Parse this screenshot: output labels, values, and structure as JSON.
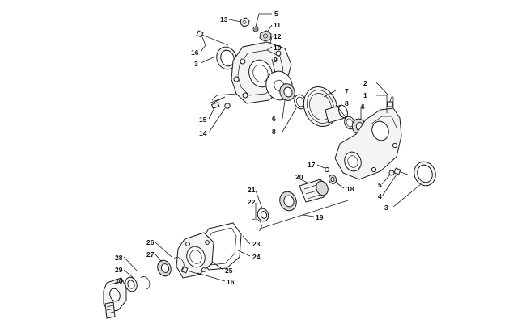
{
  "diagram": {
    "callouts": [
      {
        "id": "c13",
        "label": "13"
      },
      {
        "id": "c5a",
        "label": "5"
      },
      {
        "id": "c11",
        "label": "11"
      },
      {
        "id": "c12",
        "label": "12"
      },
      {
        "id": "c16a",
        "label": "16"
      },
      {
        "id": "c10",
        "label": "10"
      },
      {
        "id": "c3a",
        "label": "3"
      },
      {
        "id": "c9",
        "label": "9"
      },
      {
        "id": "c2",
        "label": "2"
      },
      {
        "id": "c1",
        "label": "1"
      },
      {
        "id": "c7",
        "label": "7"
      },
      {
        "id": "c8a",
        "label": "8"
      },
      {
        "id": "c6a",
        "label": "6"
      },
      {
        "id": "c6b",
        "label": "6"
      },
      {
        "id": "c8b",
        "label": "8"
      },
      {
        "id": "c15",
        "label": "15"
      },
      {
        "id": "c14",
        "label": "14"
      },
      {
        "id": "c17",
        "label": "17"
      },
      {
        "id": "c20",
        "label": "20"
      },
      {
        "id": "c18",
        "label": "18"
      },
      {
        "id": "c5b",
        "label": "5"
      },
      {
        "id": "c4",
        "label": "4"
      },
      {
        "id": "c3b",
        "label": "3"
      },
      {
        "id": "c21",
        "label": "21"
      },
      {
        "id": "c22",
        "label": "22"
      },
      {
        "id": "c19",
        "label": "19"
      },
      {
        "id": "c23",
        "label": "23"
      },
      {
        "id": "c24",
        "label": "24"
      },
      {
        "id": "c26",
        "label": "26"
      },
      {
        "id": "c27",
        "label": "27"
      },
      {
        "id": "c28",
        "label": "28"
      },
      {
        "id": "c25",
        "label": "25"
      },
      {
        "id": "c29",
        "label": "29"
      },
      {
        "id": "c16b",
        "label": "16"
      },
      {
        "id": "c30",
        "label": "30"
      }
    ]
  }
}
